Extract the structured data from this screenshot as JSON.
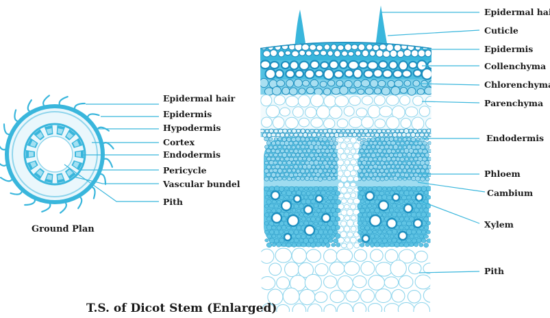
{
  "ground_plan": {
    "caption": "Ground Plan",
    "labels": [
      "Epidermal hair",
      "Epidermis",
      "Hypodermis",
      "Cortex",
      "Endodermis",
      "Pericycle",
      "Vascular bundel",
      "Pith"
    ]
  },
  "enlarged": {
    "title": "T.S. of Dicot Stem (Enlarged)",
    "labels": [
      "Epidermal hair",
      "Cuticle",
      "Epidermis",
      "Collenchyma",
      "Chlorenchyma",
      "Parenchyma",
      "Endodermis",
      "Phloem",
      "Cambium",
      "Xylem",
      "Pith"
    ]
  },
  "colors": {
    "tissue": "#39b6dc",
    "tissue_dark": "#1d8fbf",
    "tissue_light": "#bfe8f5",
    "tissue_pale": "#e6f6fb",
    "text": "#1a1a1a"
  }
}
